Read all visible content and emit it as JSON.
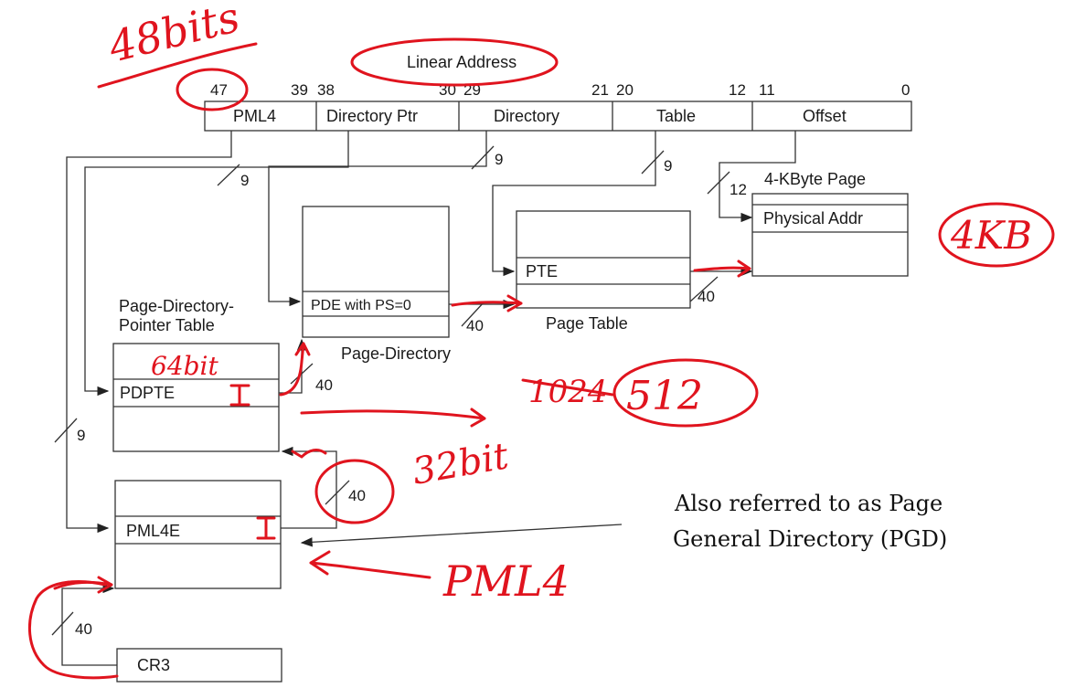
{
  "title": "Linear Address",
  "bit_positions": {
    "b47": "47",
    "b39": "39",
    "b38": "38",
    "b30": "30",
    "b29": "29",
    "b21": "21",
    "b20": "20",
    "b12": "12",
    "b11": "11",
    "b0": "0"
  },
  "fields": {
    "pml4": "PML4",
    "directory_ptr": "Directory Ptr",
    "directory": "Directory",
    "table": "Table",
    "offset": "Offset"
  },
  "widths": {
    "w9_pml4": "9",
    "w9_dirptr": "9",
    "w9_dir": "9",
    "w9_table": "9",
    "w12_offset": "12",
    "w40_cr3": "40",
    "w40_pml4e": "40",
    "w40_pdpte": "40",
    "w40_pde": "40",
    "w40_pte": "40"
  },
  "structures": {
    "page_label": "4-KByte Page",
    "physical_addr": "Physical Addr",
    "page_table_label": "Page Table",
    "pte": "PTE",
    "page_directory_label": "Page-Directory",
    "pde": "PDE with PS=0",
    "pdpt_label_line1": "Page-Directory-",
    "pdpt_label_line2": "Pointer Table",
    "pdpte": "PDPTE",
    "pml4e": "PML4E",
    "cr3": "CR3"
  },
  "annotation": {
    "line1": "Also referred to as Page",
    "line2": "General Directory (PGD)"
  },
  "handwriting": {
    "bits48": "48bits",
    "kb4": "4KB",
    "bit64": "64bit",
    "bit32": "32bit",
    "n512": "512",
    "n1024_struck": "1024",
    "pml4_note": "PML4"
  },
  "colors": {
    "ink": "#e0141e",
    "diagram": "#333333"
  }
}
